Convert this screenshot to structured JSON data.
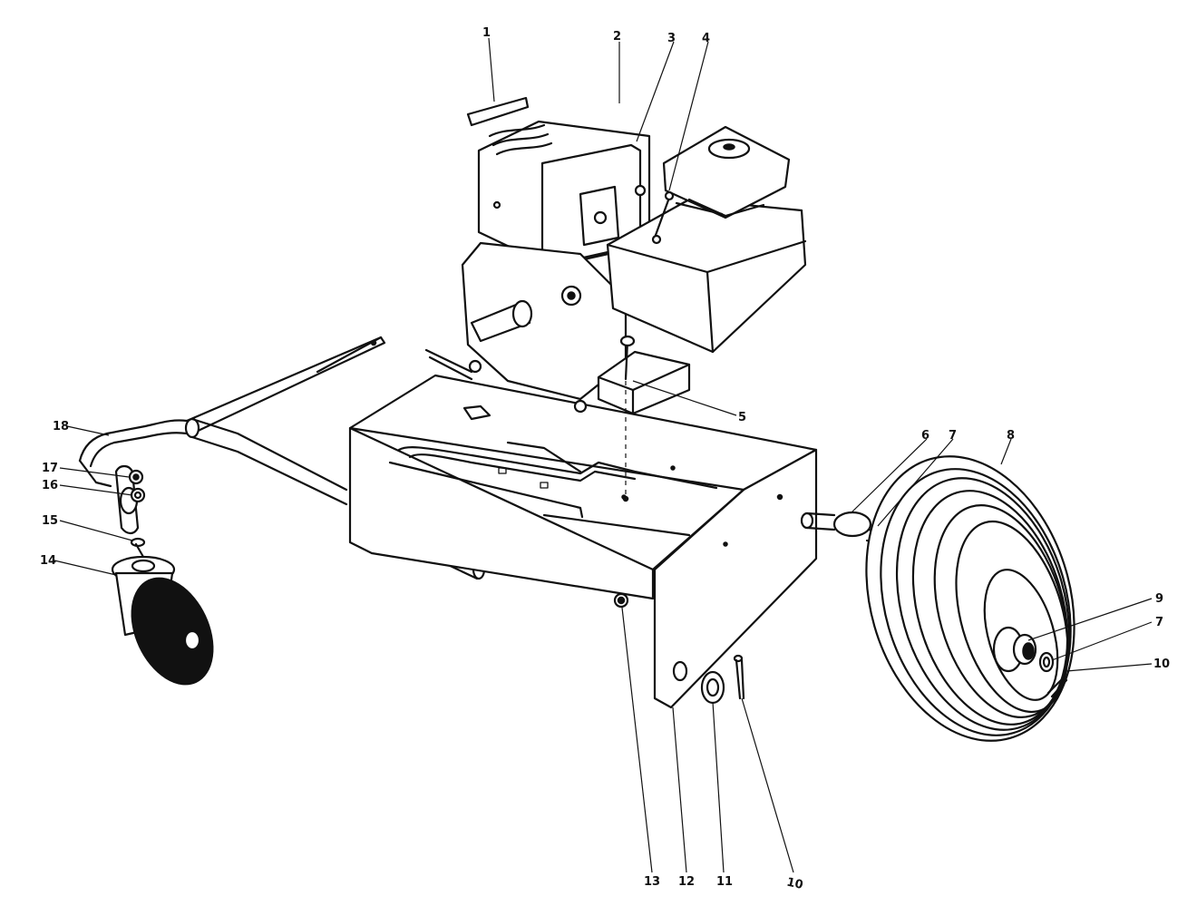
{
  "callouts": [
    {
      "id": "c1",
      "label": "1"
    },
    {
      "id": "c2",
      "label": "2"
    },
    {
      "id": "c3",
      "label": "3"
    },
    {
      "id": "c4",
      "label": "4"
    },
    {
      "id": "c5",
      "label": "5"
    },
    {
      "id": "c6",
      "label": "6"
    },
    {
      "id": "c7a",
      "label": "7"
    },
    {
      "id": "c8",
      "label": "8"
    },
    {
      "id": "c9",
      "label": "9"
    },
    {
      "id": "c7b",
      "label": "7"
    },
    {
      "id": "c10a",
      "label": "10"
    },
    {
      "id": "c10b",
      "label": "10"
    },
    {
      "id": "c11",
      "label": "11"
    },
    {
      "id": "c12",
      "label": "12"
    },
    {
      "id": "c13",
      "label": "13"
    },
    {
      "id": "c14",
      "label": "14"
    },
    {
      "id": "c15",
      "label": "15"
    },
    {
      "id": "c16",
      "label": "16"
    },
    {
      "id": "c17",
      "label": "17"
    },
    {
      "id": "c18",
      "label": "18"
    }
  ]
}
